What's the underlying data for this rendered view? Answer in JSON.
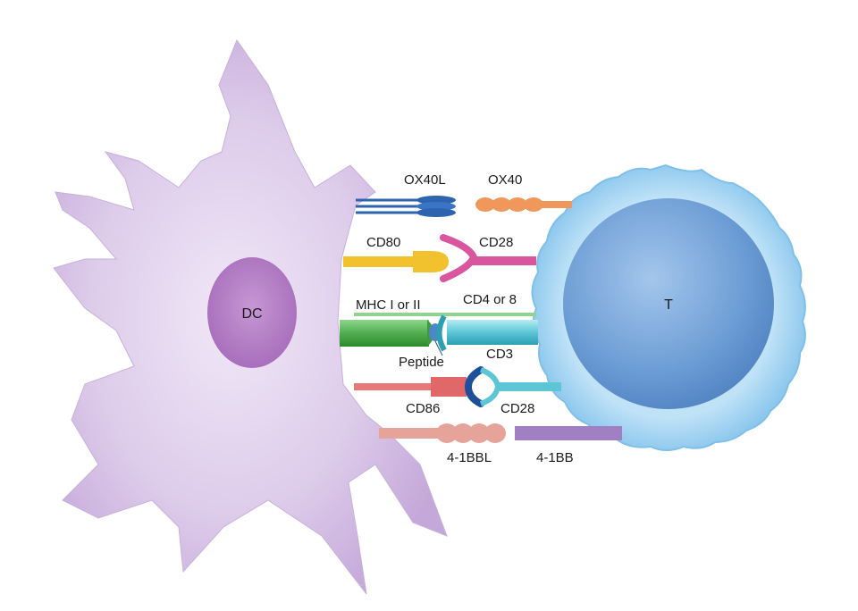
{
  "cells": {
    "dendritic_label": "DC",
    "t_cell_label": "T"
  },
  "molecules": {
    "ox40l": "OX40L",
    "ox40": "OX40",
    "cd80": "CD80",
    "cd28_top": "CD28",
    "mhc": "MHC I or II",
    "cd4_or_8": "CD4 or 8",
    "peptide": "Peptide",
    "cd3": "CD3",
    "cd86": "CD86",
    "cd28_bottom": "CD28",
    "ligand_41bb": "4-1BBL",
    "receptor_41bb": "4-1BB"
  },
  "colors": {
    "dc_body": "#d9c6e8",
    "dc_nucleus": "#b27fc4",
    "t_cell_outer": "#a9d4f2",
    "t_cell_inner": "#6b9fd4",
    "ox40l": "#2e63b0",
    "ox40": "#f0985c",
    "cd80": "#f2c12e",
    "cd28": "#d9559e",
    "mhc": "#5cb85c",
    "cd4_or_8": "#8ed38e",
    "peptide": "#4f86c6",
    "cd3": "#5cc6d6",
    "cd86": "#e87878",
    "cd28_bottom": "#1f4f99",
    "ligand_41bb": "#e6a39a",
    "receptor_41bb": "#a07fc2"
  }
}
